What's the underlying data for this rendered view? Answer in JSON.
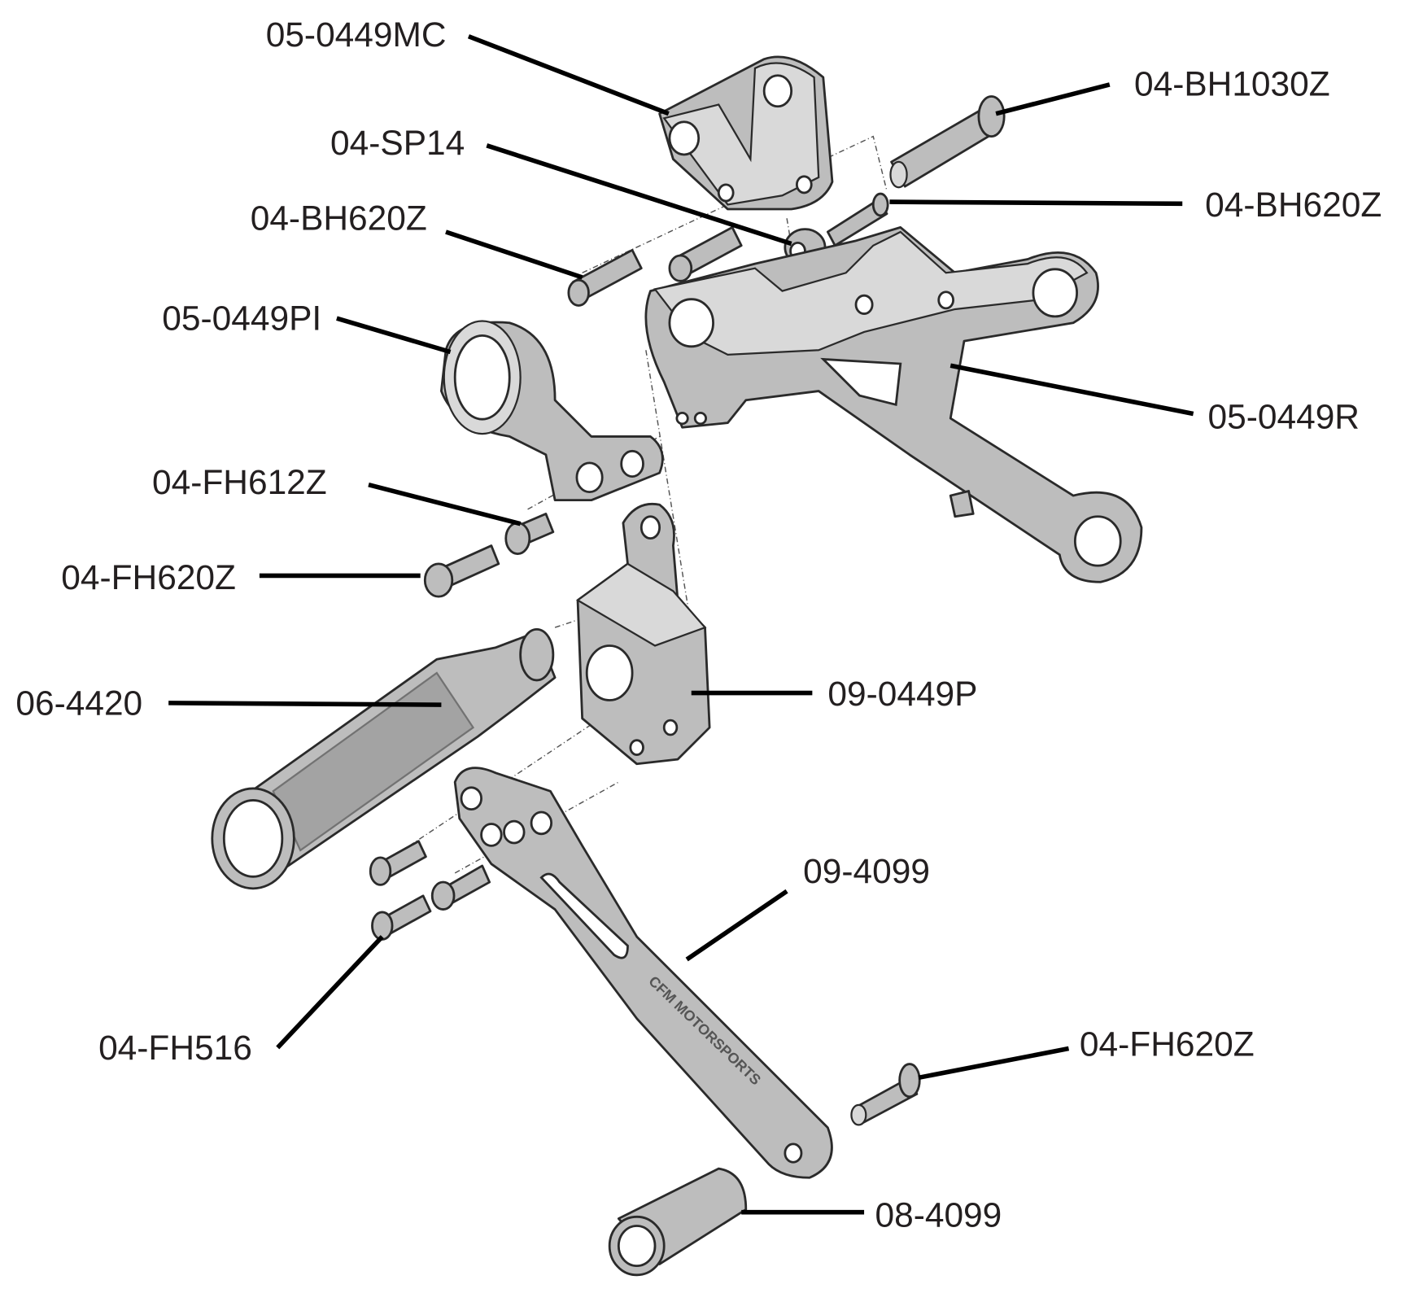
{
  "diagram": {
    "parts": [
      {
        "id": "p1",
        "label": "05-0449MC"
      },
      {
        "id": "p2",
        "label": "04-BH1030Z"
      },
      {
        "id": "p3",
        "label": "04-SP14"
      },
      {
        "id": "p4",
        "label": "04-BH620Z"
      },
      {
        "id": "p5",
        "label": "04-BH620Z"
      },
      {
        "id": "p6",
        "label": "05-0449PI"
      },
      {
        "id": "p7",
        "label": "05-0449R"
      },
      {
        "id": "p8",
        "label": "04-FH612Z"
      },
      {
        "id": "p9",
        "label": "04-FH620Z"
      },
      {
        "id": "p10",
        "label": "06-4420"
      },
      {
        "id": "p11",
        "label": "09-0449P"
      },
      {
        "id": "p12",
        "label": "09-4099"
      },
      {
        "id": "p13",
        "label": "04-FH516"
      },
      {
        "id": "p14",
        "label": "04-FH620Z"
      },
      {
        "id": "p15",
        "label": "08-4099"
      }
    ],
    "logo_text": "CFM MOTORSPORTS"
  }
}
